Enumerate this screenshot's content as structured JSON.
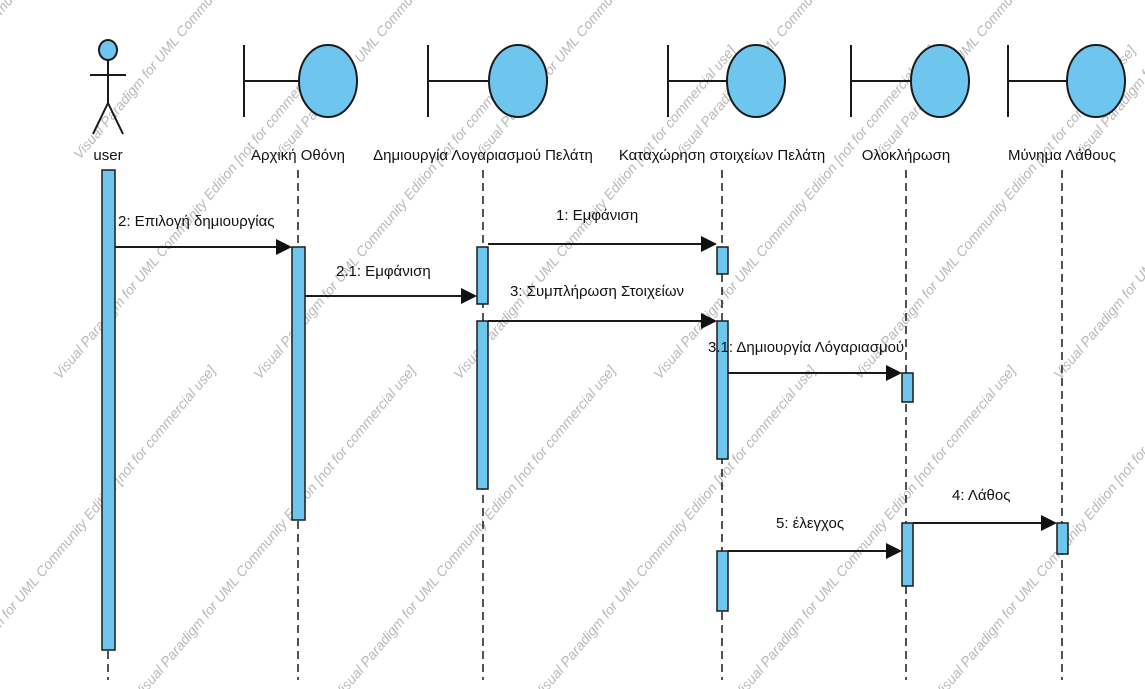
{
  "colors": {
    "fill": "#6ec6ee",
    "stroke": "#1a1a1a",
    "text": "#111111",
    "watermark": "#b8b8b8"
  },
  "watermark_text": "Visual Paradigm for UML Community Edition [not for commercial use]",
  "lifelines": [
    {
      "id": "user",
      "name": "user",
      "kind": "actor"
    },
    {
      "id": "home",
      "name": "Αρχική Οθόνη",
      "kind": "boundary"
    },
    {
      "id": "create",
      "name": "Δημιουργία Λογαριασμού Πελάτη",
      "kind": "boundary"
    },
    {
      "id": "entry",
      "name": "Καταχώρηση στοιχείων Πελάτη",
      "kind": "boundary"
    },
    {
      "id": "complete",
      "name": "Ολοκλήρωση",
      "kind": "boundary"
    },
    {
      "id": "error",
      "name": "Μύνημα Λάθους",
      "kind": "boundary"
    }
  ],
  "messages": [
    {
      "id": "m2",
      "label": "2: Επιλογή δημιουργίας",
      "from": "user",
      "to": "home"
    },
    {
      "id": "m1",
      "label": "1: Εμφάνιση",
      "from": "create",
      "to": "entry"
    },
    {
      "id": "m21",
      "label": "2.1: Εμφάνιση",
      "from": "home",
      "to": "create"
    },
    {
      "id": "m3",
      "label": "3: Συμπλήρωση Στοιχείων",
      "from": "create",
      "to": "entry"
    },
    {
      "id": "m31",
      "label": "3.1: Δημιουργία Λόγαριασμού",
      "from": "entry",
      "to": "complete"
    },
    {
      "id": "m4",
      "label": "4: Λάθος",
      "from": "complete",
      "to": "error"
    },
    {
      "id": "m5",
      "label": "5: έλεγχος",
      "from": "entry",
      "to": "complete"
    }
  ]
}
